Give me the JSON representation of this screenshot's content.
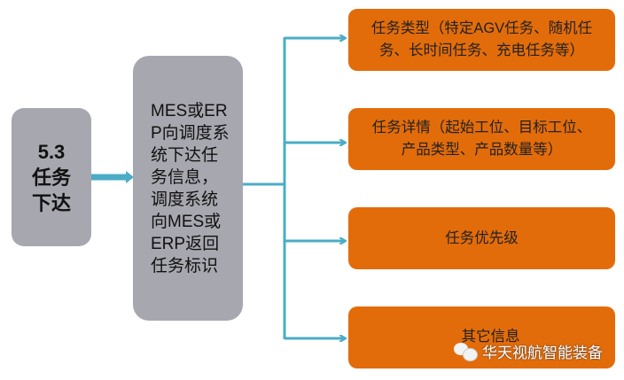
{
  "left_box": {
    "number": "5.3",
    "title": "任务下达"
  },
  "middle_box": {
    "text": "MES或ERP向调度系统下达任务信息，调度系统向MES或ERP返回任务标识"
  },
  "items": [
    {
      "label": "任务类型（特定AGV任务、随机任务、长时间任务、充电任务等）"
    },
    {
      "label": "任务详情（起始工位、目标工位、产品类型、产品数量等）"
    },
    {
      "label": "任务优先级"
    },
    {
      "label": "其它信息"
    }
  ],
  "watermark": {
    "text": "华天视航智能装备",
    "icon": "wechat-icon"
  },
  "colors": {
    "gray": "#a7a7af",
    "orange": "#e36c0a",
    "connector": "#4bacc6"
  }
}
